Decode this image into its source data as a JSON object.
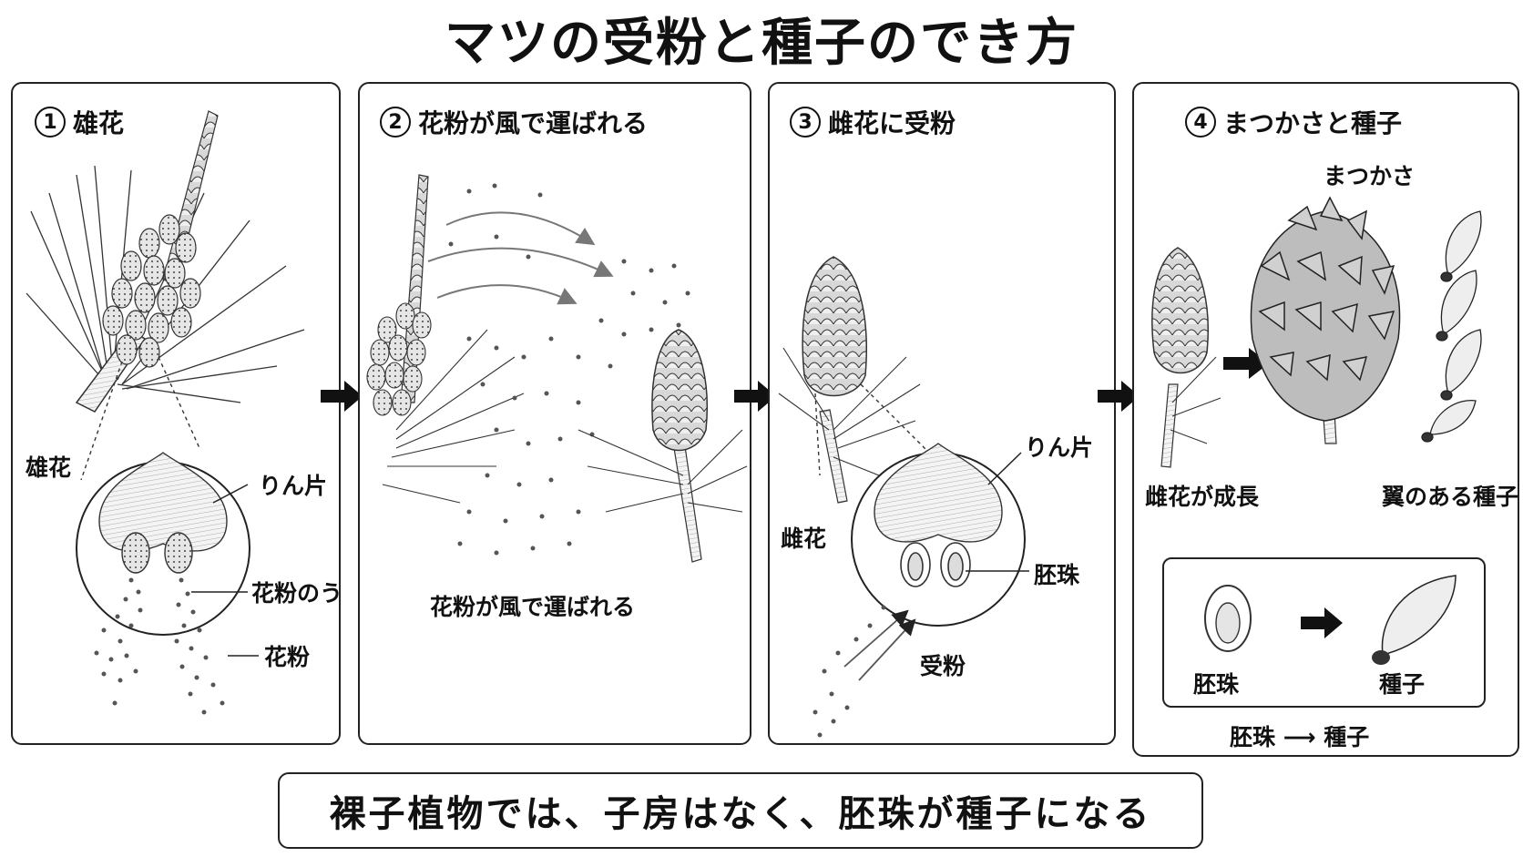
{
  "title": "マツの受粉と種子のでき方",
  "panels": [
    {
      "num": "1",
      "title": "雄花",
      "labels": {
        "flower": "雄花",
        "scale": "りん片",
        "sac": "花粉のう",
        "pollen": "花粉"
      }
    },
    {
      "num": "2",
      "title": "花粉が風で運ばれる",
      "labels": {
        "caption": "花粉が風で運ばれる"
      }
    },
    {
      "num": "3",
      "title": "雌花に受粉",
      "labels": {
        "flower": "雌花",
        "scale": "りん片",
        "ovule": "胚珠",
        "pollination": "受粉"
      }
    },
    {
      "num": "4",
      "title": "まつかさと種子",
      "labels": {
        "cone": "まつかさ",
        "grow": "雌花が成長",
        "seed": "翼のある種子",
        "box_ovule": "胚珠",
        "box_seed": "種子",
        "box_caption": "胚珠 ⟶ 種子"
      }
    }
  ],
  "footer": "裸子植物では、子房はなく、胚珠が種子になる"
}
